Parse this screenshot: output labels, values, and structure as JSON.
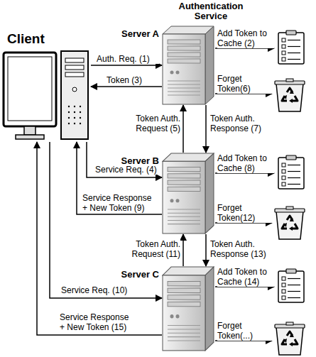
{
  "diagram": {
    "title": "Authentication Service",
    "nodes": [
      {
        "text": [
          "Client"
        ]
      },
      {
        "text": [
          "Server A"
        ]
      },
      {
        "text": [
          "Server B"
        ]
      },
      {
        "text": [
          "Server C"
        ]
      }
    ],
    "edges": [
      {
        "from": 0,
        "to": 1,
        "label": "Auth. Req. (1)",
        "arrow": "to"
      },
      {
        "from": 1,
        "to": 0,
        "label": "Token (3)",
        "arrow": "to"
      },
      {
        "from": 0,
        "to": 2,
        "label": "Service Req. (4)",
        "arrow": "to"
      },
      {
        "from": 2,
        "to": 0,
        "label": "Service Response + New Token (9)",
        "arrow": "to"
      },
      {
        "from": 0,
        "to": 3,
        "label": "Service Req. (10)",
        "arrow": "to"
      },
      {
        "from": 3,
        "to": 0,
        "label": "Service Response + New Token (15)",
        "arrow": "to"
      },
      {
        "from": 2,
        "to": 1,
        "label": "Token Auth. Request (5)",
        "arrow": "to"
      },
      {
        "from": 1,
        "to": 2,
        "label": "Token Auth. Response (7)",
        "arrow": "to"
      },
      {
        "from": 3,
        "to": 2,
        "label": "Token Auth. Request (11)",
        "arrow": "to"
      },
      {
        "from": 2,
        "to": 3,
        "label": "Token Auth. Response (13)",
        "arrow": "to"
      }
    ],
    "labels": [
      "Add Token to Cache (2)",
      "Forget Token(6)",
      "Add Token to Cache (8)",
      "Forget Token(12)",
      "Add Token to Cache (14)",
      "Forget Token(...)"
    ]
  }
}
